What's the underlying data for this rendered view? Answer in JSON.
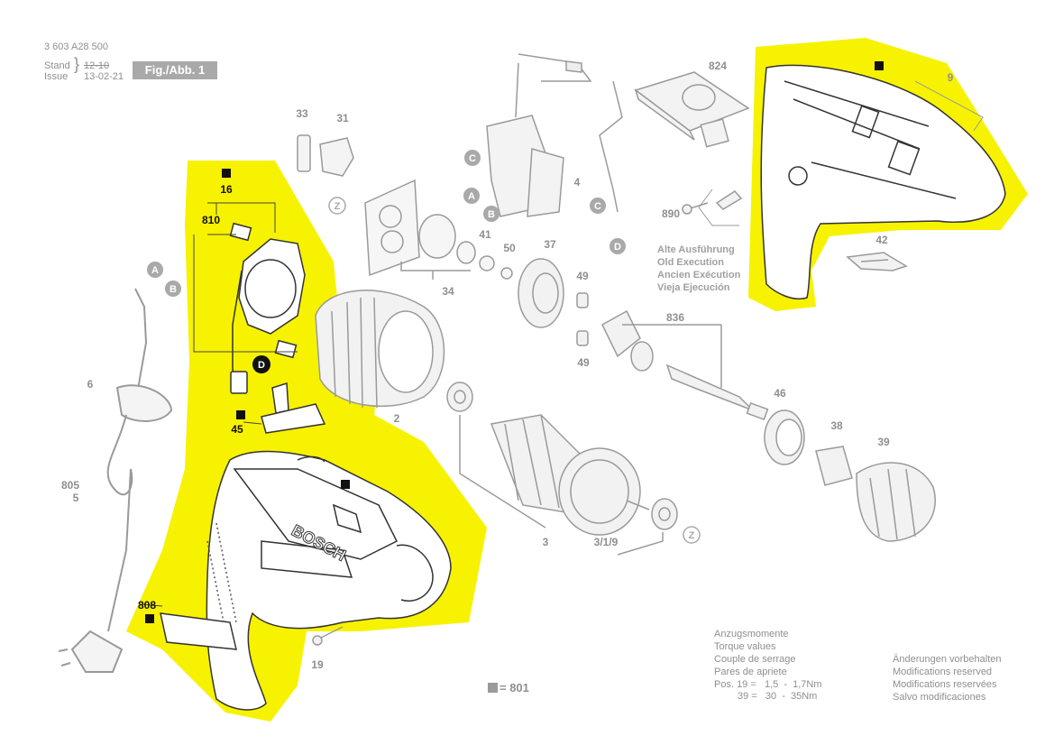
{
  "header": {
    "part_number": "3 603 A28 500",
    "stand_label": "Stand",
    "issue_label": "Issue",
    "stand_date": "12-10",
    "issue_date": "13-02-21",
    "figure_label": "Fig./Abb. 1"
  },
  "labels": {
    "p2": "2",
    "p3": "3",
    "p319": "3/1/9",
    "p4": "4",
    "p5": "5",
    "p6": "6",
    "p805": "805",
    "p9": "9",
    "p16": "16",
    "p19": "19",
    "p31": "31",
    "p33": "33",
    "p34": "34",
    "p37": "37",
    "p38": "38",
    "p39": "39",
    "p41": "41",
    "p42": "42",
    "p45": "45",
    "p46": "46",
    "p49a": "49",
    "p49b": "49",
    "p50": "50",
    "p808": "808",
    "p810": "810",
    "p824": "824",
    "p836": "836",
    "p890": "890"
  },
  "callouts": {
    "a": "A",
    "b": "B",
    "c": "C",
    "d": "D",
    "z": "Z"
  },
  "brand": "BOSCH",
  "old_execution": [
    "Alte Ausführung",
    "Old Execution",
    "Ancien Exécution",
    "Vieja Ejecución"
  ],
  "torque": {
    "title": [
      "Anzugsmomente",
      "Torque values",
      "Couple de serrage",
      "Pares de apriete"
    ],
    "row1": "Pos. 19 =   1,5  -  1,7Nm",
    "row2": "39 =   30  -  35Nm"
  },
  "modifications": [
    "Änderungen vorbehalten",
    "Modifications reserved",
    "Modifications reservées",
    "Salvo modificaciones"
  ],
  "legend": {
    "text": "= 801"
  },
  "colors": {
    "highlight": "#f7f200",
    "line": "#9a9a9a",
    "dark": "#222222"
  }
}
